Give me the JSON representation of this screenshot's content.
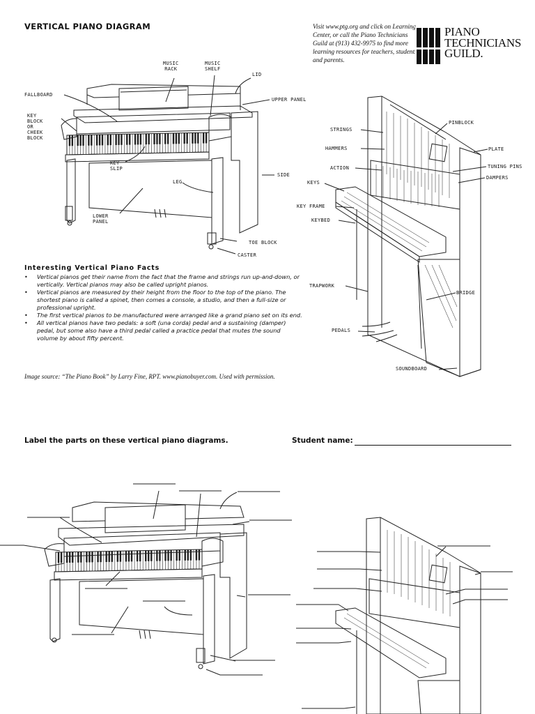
{
  "header": {
    "title": "VERTICAL PIANO DIAGRAM",
    "visit_text": "Visit www.ptg.org and click on Learning Center, or call the Piano Technicians Guild at (913) 432-9975 to find more learning resources for teachers, students and parents.",
    "logo": {
      "lines": [
        "PIANO",
        "TECHNICIANS",
        "GUILD."
      ],
      "icon": "piano-keys-logo-icon"
    }
  },
  "front_labels": {
    "music_rack": "MUSIC\nRACK",
    "music_shelf": "MUSIC\nSHELF",
    "lid": "LID",
    "fallboard": "FALLBOARD",
    "upper_panel": "UPPER PANEL",
    "key_block": "KEY\nBLOCK\nOR\nCHEEK\nBLOCK",
    "key_slip": "KEY\nSLIP",
    "leg": "LEG",
    "side": "SIDE",
    "lower_panel": "LOWER\nPANEL",
    "toe_block": "TOE BLOCK",
    "caster": "CASTER"
  },
  "side_labels": {
    "pinblock": "PINBLOCK",
    "strings": "STRINGS",
    "hammers": "HAMMERS",
    "plate": "PLATE",
    "action": "ACTION",
    "tuning_pins": "TUNING PINS",
    "keys": "KEYS",
    "dampers": "DAMPERS",
    "key_frame": "KEY FRAME",
    "keybed": "KEYBED",
    "trapwork": "TRAPWORK",
    "bridge": "BRIDGE",
    "pedals": "PEDALS",
    "soundboard": "SOUNDBOARD"
  },
  "facts": {
    "heading": "Interesting Vertical Piano Facts",
    "items": [
      "Vertical pianos get their name from the fact that the frame and strings run up-and-down, or vertically. Vertical pianos may also be called upright pianos.",
      "Vertical pianos are measured by their height from the floor to the top of the piano. The shortest piano is called a spinet, then comes a console, a studio, and then a full-size or professional upright.",
      "The first vertical pianos to be manufactured were arranged like a grand piano set on its end.",
      "All vertical pianos have two pedals: a soft (una corda) pedal and a sustaining (damper) pedal, but some also have a third pedal called a practice pedal that mutes the sound volume by about fifty percent."
    ]
  },
  "credit": "Image source: “The Piano Book” by Larry Fine, RPT. www.pianobuyer.com. Used with permission.",
  "worksheet": {
    "instruction": "Label the parts on these vertical piano diagrams.",
    "student_label": "Student name:"
  }
}
